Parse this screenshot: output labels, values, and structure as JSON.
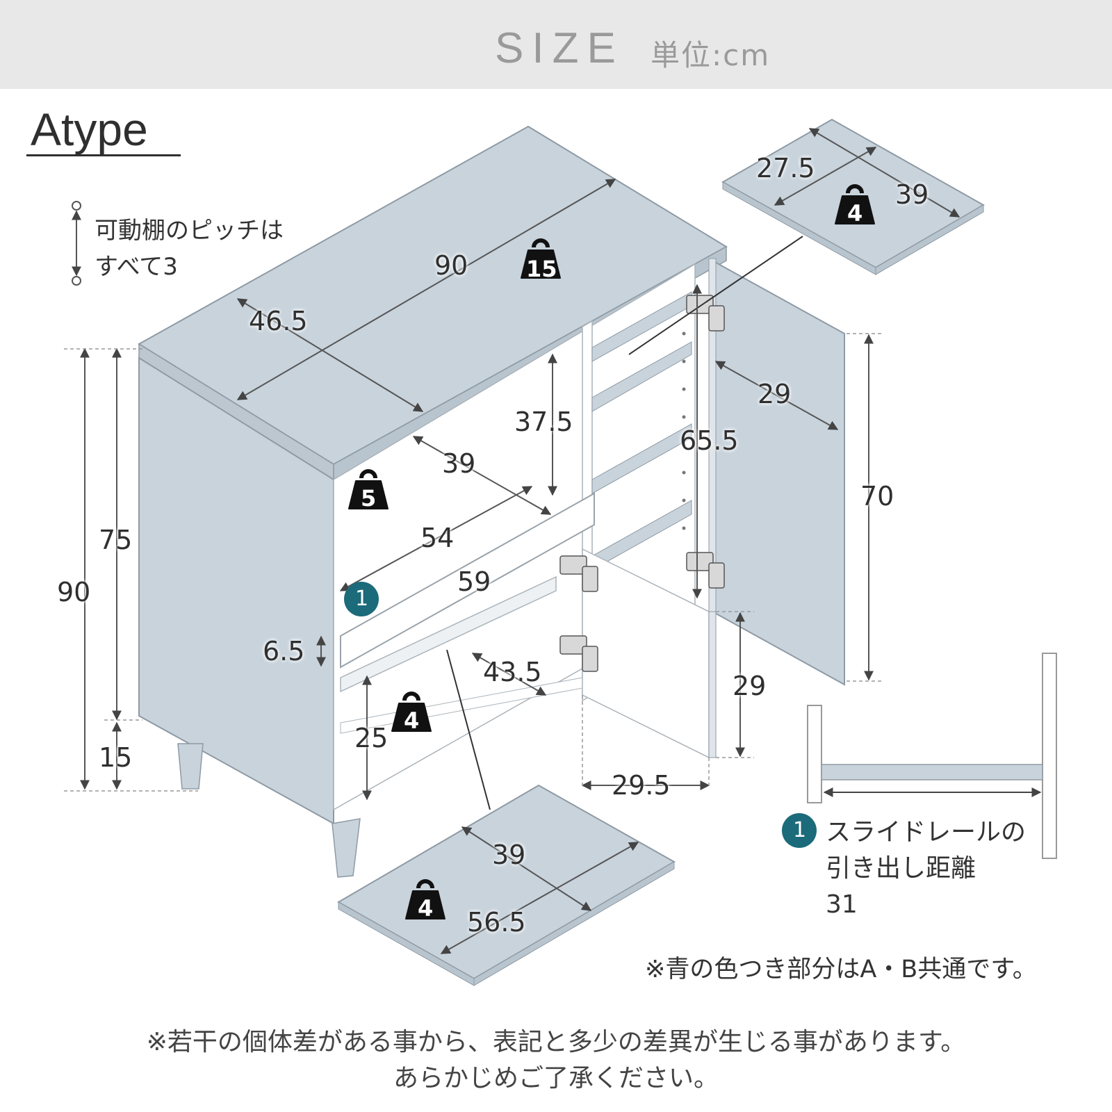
{
  "header": {
    "title": "SIZE",
    "unit": "単位:cm"
  },
  "type_label": "Atype",
  "pitch_note": {
    "line1": "可動棚のピッチは",
    "line2": "すべて3"
  },
  "dimensions": {
    "top_width": "90",
    "top_depth": "46.5",
    "left_open_depth": "39",
    "left_open_height": "37.5",
    "slide_54": "54",
    "drawer_59": "59",
    "drawer_front_h": "6.5",
    "inner_43_5": "43.5",
    "lower_25": "25",
    "total_height": "90",
    "body_height": "75",
    "leg_height": "15",
    "door_width": "29",
    "cabinet_inner_h": "65.5",
    "door_height": "70",
    "lower_door_h": "29",
    "lower_door_w": "29.5",
    "shelf_depth": "27.5",
    "shelf_width": "39",
    "bottom_board_d": "39",
    "bottom_board_w": "56.5"
  },
  "weights": {
    "top": "15",
    "left_open": "5",
    "lower": "4",
    "shelf": "4",
    "bottom_board": "4"
  },
  "rail": {
    "badge": "1",
    "line1": "スライドレールの",
    "line2": "引き出し距離",
    "line3": "31"
  },
  "common_note": "※青の色つき部分はA・B共通です。",
  "footer": {
    "line1": "※若干の個体差がある事から、表記と多少の差異が生じる事があります。",
    "line2": "あらかじめご了承ください。"
  },
  "colors": {
    "panel_blue": "#c8d3dc",
    "accent_teal": "#1b6b7a",
    "header_bg": "#e8e8e8"
  },
  "icons": [
    "weight-icon",
    "pitch-arrow-icon",
    "rail-badge-icon",
    "hinge-icon"
  ]
}
